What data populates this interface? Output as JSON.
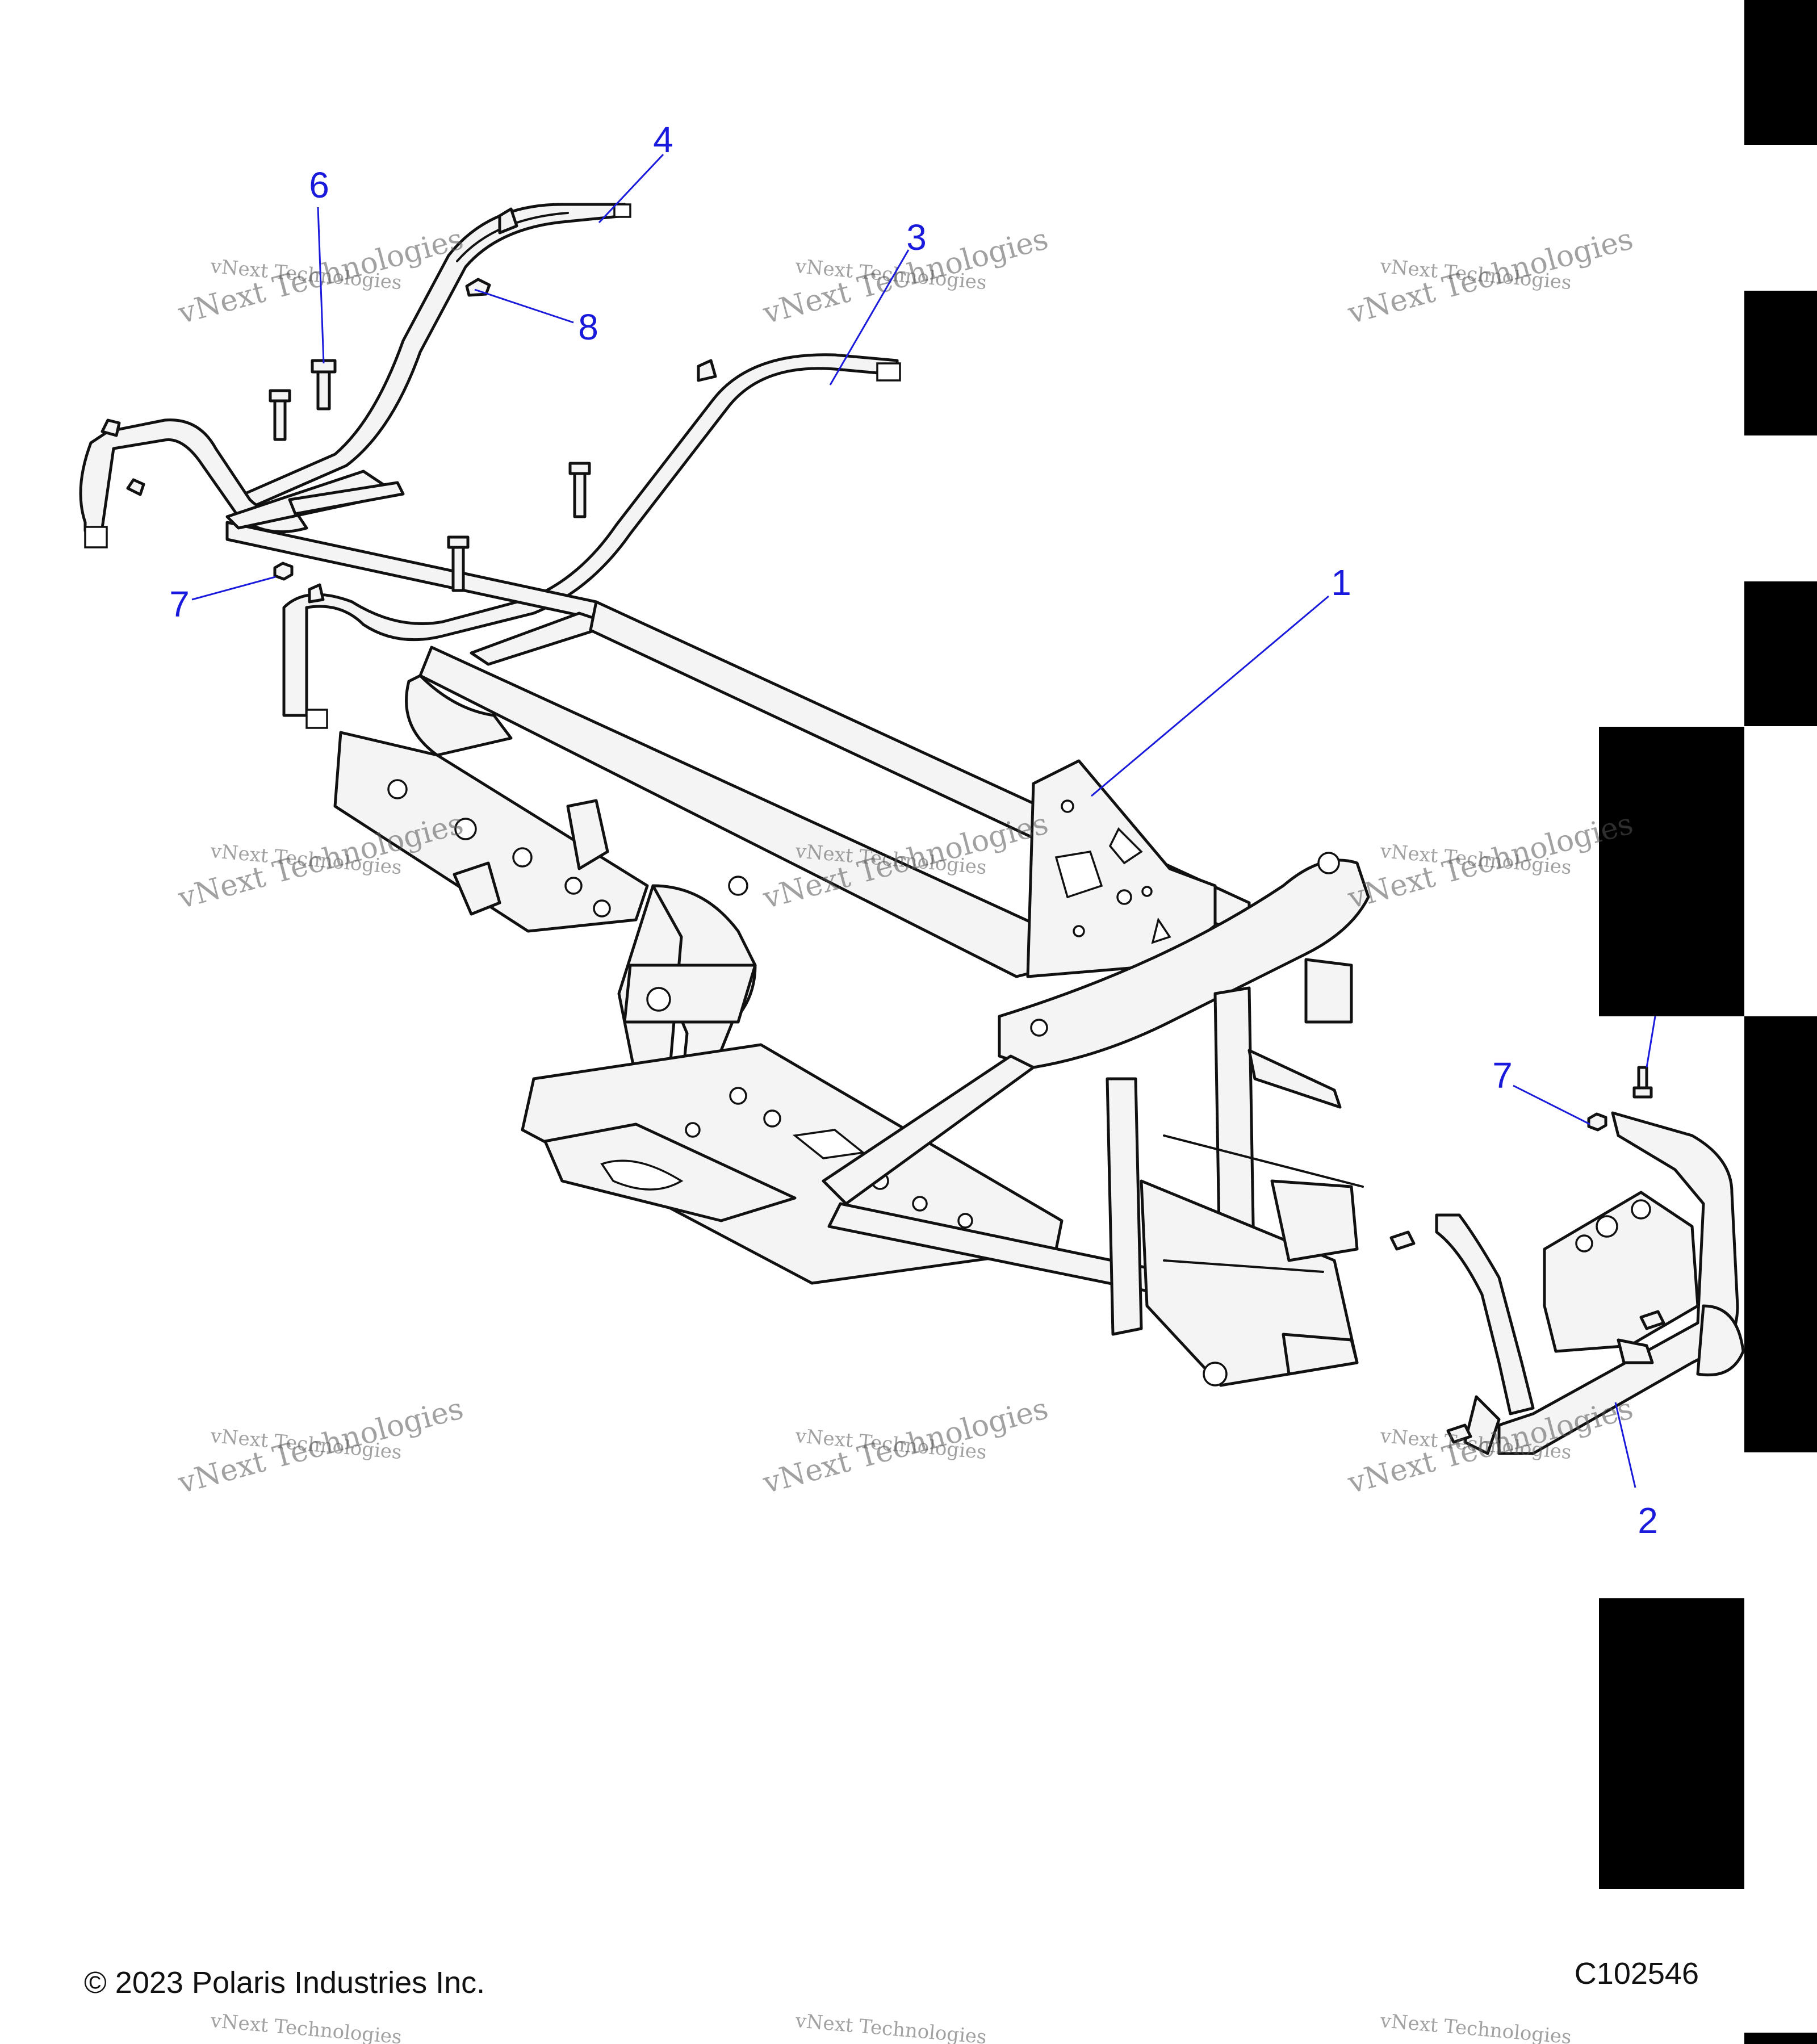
{
  "diagram": {
    "callouts": [
      "1",
      "2",
      "3",
      "4",
      "6",
      "7",
      "7",
      "8"
    ],
    "copyright": "© 2023 Polaris Industries Inc.",
    "figure_id": "C102546",
    "watermark_small": "vNext Technologies",
    "watermark_large": "vNext Technologies",
    "colors": {
      "callout": "#1a1adc",
      "line_art": "#111111",
      "fill": "#f4f4f4"
    }
  }
}
